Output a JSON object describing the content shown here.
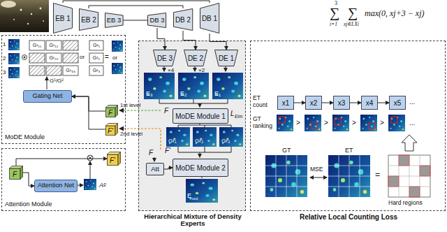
{
  "diagram": {
    "nodes": [
      {
        "text": [
          "EB 1"
        ]
      },
      {
        "text": [
          "EB 2"
        ]
      },
      {
        "text": [
          "EB 3"
        ]
      },
      {
        "text": [
          "DB 3"
        ]
      },
      {
        "text": [
          "DB 2"
        ]
      },
      {
        "text": [
          "DB 1"
        ]
      },
      {
        "text": [
          "MoDE Module"
        ]
      },
      {
        "text": [
          "Gating Net"
        ],
        "in": 6
      },
      {
        "text": [
          "F"
        ],
        "in": 6
      },
      {
        "text": [
          "F'"
        ],
        "in": 6
      },
      {
        "text": [
          "Attention Module"
        ]
      },
      {
        "text": [
          "F"
        ],
        "in": 10
      },
      {
        "text": [
          "Attention Net"
        ],
        "in": 10
      },
      {
        "text": [
          "F'"
        ],
        "in": 10
      },
      {
        "text": [
          "Hierarchical Mixture of Density Experts"
        ]
      },
      {
        "text": [
          "DE 3"
        ],
        "in": 14
      },
      {
        "text": [
          "DE 2"
        ],
        "in": 14
      },
      {
        "text": [
          "DE 1"
        ],
        "in": 14
      },
      {
        "text": [
          "MoDE Module 1"
        ],
        "in": 14
      },
      {
        "text": [
          "Att"
        ],
        "in": 14
      },
      {
        "text": [
          "MoDE Module 2"
        ],
        "in": 14
      },
      {
        "text": [
          "Relative Local Counting Loss"
        ]
      },
      {
        "text": [
          "x1"
        ],
        "in": 21
      },
      {
        "text": [
          "x2"
        ],
        "in": 21
      },
      {
        "text": [
          "x3"
        ],
        "in": 21
      },
      {
        "text": [
          "x4"
        ],
        "in": 21
      },
      {
        "text": [
          "x5"
        ],
        "in": 21
      }
    ],
    "edges": [
      {
        "from": 0,
        "to": 5,
        "arrow": "none"
      },
      {
        "from": 1,
        "to": 4,
        "arrow": "none"
      },
      {
        "from": 2,
        "to": 3,
        "arrow": "none"
      },
      {
        "from": 3,
        "to": 15,
        "arrow": "to"
      },
      {
        "from": 4,
        "to": 16,
        "arrow": "to"
      },
      {
        "from": 5,
        "to": 17,
        "arrow": "to"
      },
      {
        "from": 8,
        "to": 7,
        "arrow": "to"
      },
      {
        "from": 9,
        "to": 7,
        "arrow": "to"
      },
      {
        "from": 11,
        "to": 12,
        "arrow": "to"
      },
      {
        "from": 11,
        "to": 13,
        "arrow": "to"
      },
      {
        "from": 19,
        "to": 20,
        "arrow": "to"
      },
      {
        "from": 22,
        "to": 23,
        "arrow": "to"
      },
      {
        "from": 23,
        "to": 24,
        "arrow": "to"
      },
      {
        "from": 24,
        "to": 25,
        "arrow": "to"
      },
      {
        "from": 25,
        "to": 26,
        "arrow": "to"
      }
    ],
    "labels": [
      "×4",
      "×2",
      "E₃",
      "E₂",
      "E₁",
      "F",
      "L",
      "Eim",
      "Gr₁",
      "Gr₂",
      "Gr₃",
      "F",
      "F'",
      "E",
      "out",
      "1",
      "2",
      "3",
      "G¹₁₁",
      "G¹₁₂",
      "G¹₂₂",
      "G¹₃₃",
      "or",
      "G²₁",
      "G²₂",
      "G²₃",
      "=",
      "or",
      "G¹/G²",
      "1st level",
      "2nd level",
      "Aᵍ",
      "3",
      "∑",
      "i=1",
      "∑",
      "xj∈LXi",
      "max(0, xj+3 − xj)",
      "ET count",
      "...",
      "GT ranking",
      ">",
      ">",
      ">",
      ">",
      "...",
      "GT",
      "ET",
      "MSE",
      "=",
      "Hard regions"
    ]
  }
}
